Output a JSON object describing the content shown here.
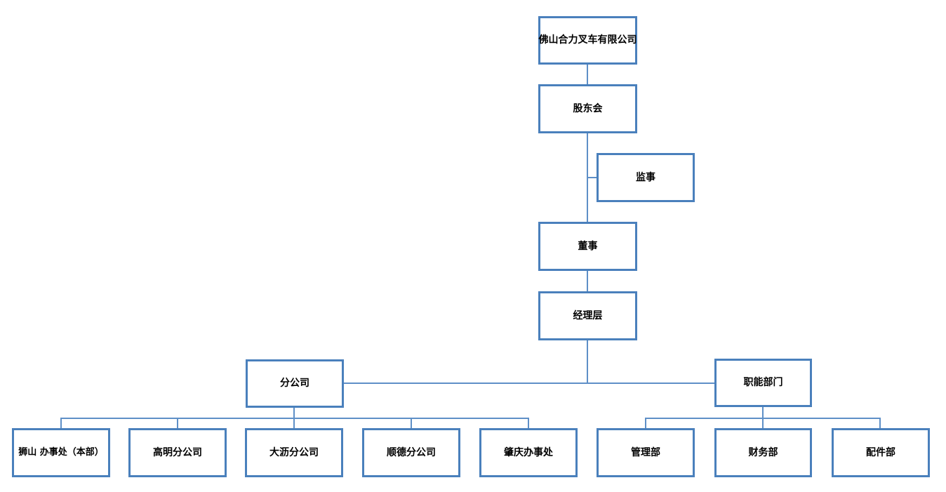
{
  "diagram": {
    "type": "org-chart",
    "company": "佛山合力叉车有限公司",
    "colors": {
      "box_border": "#4a80bc",
      "connector": "#5e8fc7",
      "text": "#000000",
      "background": "#ffffff"
    },
    "nodes": {
      "root": {
        "label": "佛山合力叉车有限公司"
      },
      "shareholders": {
        "label": "股东会"
      },
      "supervisor": {
        "label": "监事"
      },
      "director": {
        "label": "董事"
      },
      "management": {
        "label": "经理层"
      },
      "branches": {
        "label": "分公司"
      },
      "functional": {
        "label": "职能部门"
      },
      "shishan": {
        "label": "狮山 办事处（本部）"
      },
      "gaoming": {
        "label": "高明分公司"
      },
      "dali": {
        "label": "大沥分公司"
      },
      "shunde": {
        "label": "顺德分公司"
      },
      "zhaoqing": {
        "label": "肇庆办事处"
      },
      "admin": {
        "label": "管理部"
      },
      "finance": {
        "label": "财务部"
      },
      "parts": {
        "label": "配件部"
      }
    },
    "edges": [
      {
        "from": "佛山合力叉车有限公司",
        "to": "股东会"
      },
      {
        "from": "股东会",
        "to": "监事"
      },
      {
        "from": "股东会",
        "to": "董事"
      },
      {
        "from": "董事",
        "to": "经理层"
      },
      {
        "from": "经理层",
        "to": "分公司"
      },
      {
        "from": "经理层",
        "to": "职能部门"
      },
      {
        "from": "分公司",
        "to": "狮山 办事处（本部）"
      },
      {
        "from": "分公司",
        "to": "高明分公司"
      },
      {
        "from": "分公司",
        "to": "大沥分公司"
      },
      {
        "from": "分公司",
        "to": "顺德分公司"
      },
      {
        "from": "分公司",
        "to": "肇庆办事处"
      },
      {
        "from": "职能部门",
        "to": "管理部"
      },
      {
        "from": "职能部门",
        "to": "财务部"
      },
      {
        "from": "职能部门",
        "to": "配件部"
      }
    ]
  }
}
